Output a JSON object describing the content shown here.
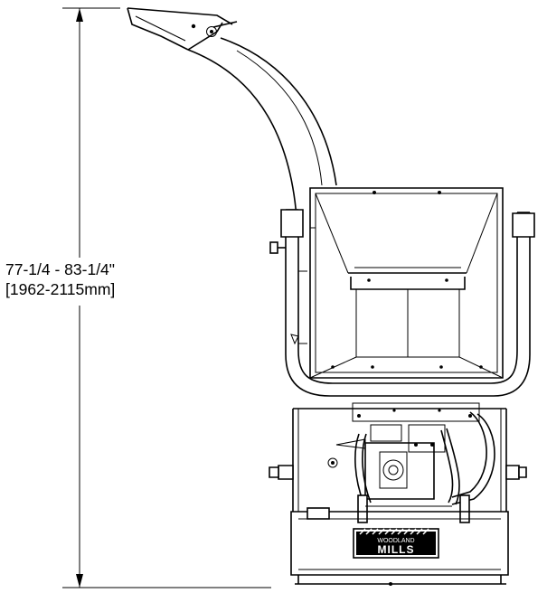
{
  "dimension": {
    "imperial": "77-1/4 - 83-1/4\"",
    "metric": "[1962-2115mm]"
  },
  "logo": {
    "line1": "WOODLAND",
    "line2": "MILLS"
  },
  "colors": {
    "line": "#000000",
    "background": "#ffffff"
  }
}
